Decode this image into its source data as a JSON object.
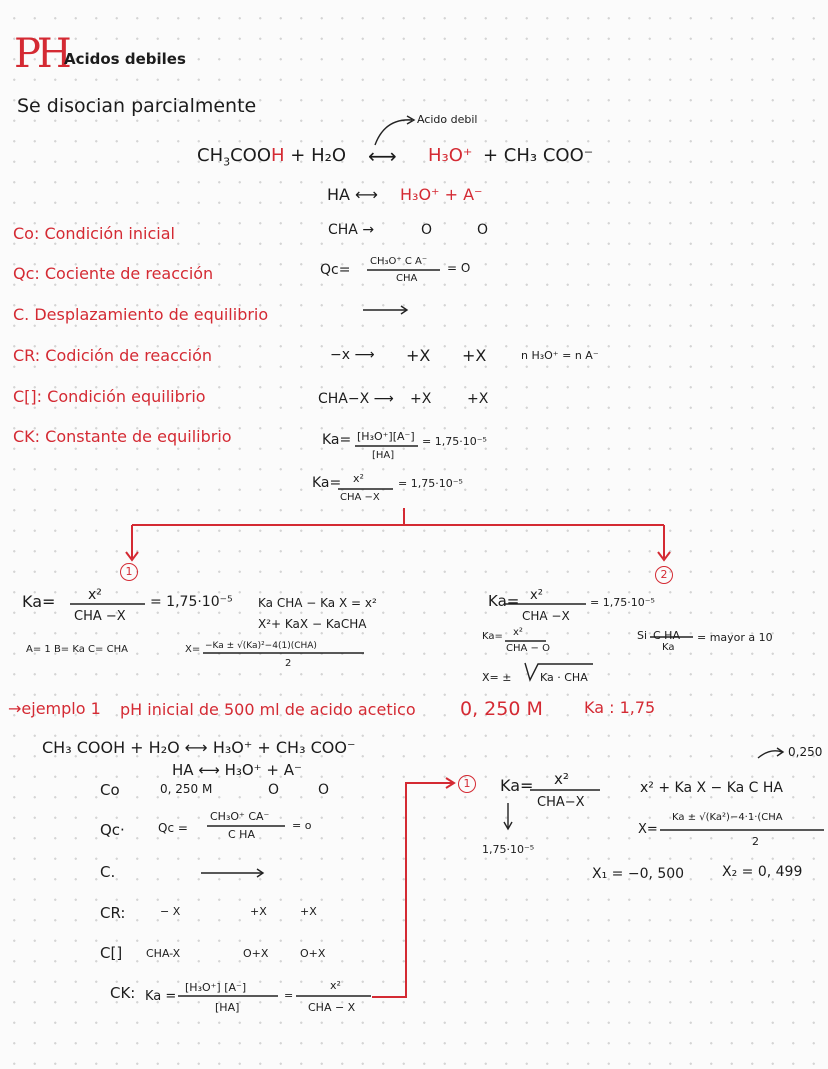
{
  "header": {
    "title": "PH",
    "subtitle": "Acidos debiles",
    "intro": "Se disocian parcialmente"
  },
  "reaction": {
    "acid_note": "Acido debil",
    "lhs_main": "CH",
    "lhs_sub": "3",
    "lhs_coo": "COO",
    "lhs_h": "H",
    "lhs_water": "+ H₂O",
    "arrow": "⟷",
    "h3o": "H₃O⁺",
    "rhs": "+ CH₃ COO⁻",
    "ha_line": "HA ⟷",
    "ha_h3o": "H₃O⁺ + A⁻",
    "cha_row": "CHA →",
    "cha_zero1": "O",
    "cha_zero2": "O",
    "qc_label": "Qc=",
    "qc_num": "CH₃O⁺ C A⁻",
    "qc_den": "CHA",
    "qc_eq": "= O",
    "cr_row": "−x ⟶",
    "cr_plus1": "+X",
    "cr_plus2": "+X",
    "cr_note": "n H₃O⁺ = n A⁻",
    "ce_row": "CHA−X ⟶",
    "ce_plus1": "+X",
    "ce_plus2": "+X",
    "ka1_label": "Ka=",
    "ka1_num": "[H₃O⁺][A⁻]",
    "ka1_den": "[HA]",
    "ka1_val": "=  1,75·10⁻⁵",
    "ka2_label": "Ka=",
    "ka2_num": "x²",
    "ka2_den": "CHA −X",
    "ka2_val": "= 1,75·10⁻⁵"
  },
  "legend": [
    {
      "code": "Co:",
      "text": "Condición inicial"
    },
    {
      "code": "Qc:",
      "text": "Cociente de reacción"
    },
    {
      "code": "C.",
      "text": "Desplazamiento de equilibrio"
    },
    {
      "code": "CR:",
      "text": "Codición de reacción"
    },
    {
      "code": "C[]:",
      "text": "Condición equilibrio"
    },
    {
      "code": "CK:",
      "text": "Constante de equilibrio"
    }
  ],
  "case1": {
    "badge": "1",
    "ka_label": "Ka=",
    "ka_num": "x²",
    "ka_den": "CHA −X",
    "ka_val": "= 1,75·10⁻⁵",
    "step1": "Ka CHA − Ka X = x²",
    "step2": "X²+ KaX − KaCHA",
    "abc": "A= 1   B= Ka  C= CHA",
    "x_label": "X=",
    "x_num": "−Ka ± √(Ka)²−4(1)(CHA)",
    "x_den": "2"
  },
  "case2": {
    "badge": "2",
    "ka_label": "Ka=",
    "ka_num": "x²",
    "ka_den": "CHA −X",
    "ka_val": "= 1,75·10⁻⁵",
    "ka_small_label": "Ka=",
    "ka_small_num": "x²",
    "ka_small_den": "CHA − O",
    "cond_label": "Si",
    "cond_num": "C HA",
    "cond_den": "Ka",
    "cond_text": "= mayor a 10",
    "x_label": "X= ±",
    "x_root": "Ka · CHA"
  },
  "example": {
    "title": "→ejemplo 1",
    "desc": "pH inicial de 500 ml de acido acetico",
    "conc": "0, 250 M",
    "ka": "Ka : 1,75",
    "reaction": "CH₃ COOH + H₂O  ⟷  H₃O⁺ + CH₃ COO⁻",
    "ha_line": "HA ⟷ H₃O⁺ + A⁻",
    "co_code": "Co",
    "co_val": "0, 250 M",
    "co_zero1": "O",
    "co_zero2": "O",
    "qc_code": "Qc·",
    "qc_label": "Qc =",
    "qc_num": "CH₃O⁺  CA⁻",
    "qc_den": "C HA",
    "qc_eq": "= o",
    "c_code": "C.",
    "cr_code": "CR:",
    "cr_v1": "− X",
    "cr_v2": "+X",
    "cr_v3": "+X",
    "ce_code": "C[]",
    "ce_v1": "CHA-X",
    "ce_v2": "O+X",
    "ce_v3": "O+X",
    "ck_code": "CK:",
    "ck_label": "Ka =",
    "ck_num": "[H₃O⁺] [A⁻]",
    "ck_den": "[HA]",
    "ck_eq": "=",
    "ck_num2": "x²",
    "ck_den2": "CHA − X"
  },
  "result": {
    "badge": "1",
    "ka_label": "Ka=",
    "ka_num": "x²",
    "ka_den": "CHA−X",
    "ka_val": "1,75·10⁻⁵",
    "conc_note": "0,250",
    "eq": "x² + Ka X − Ka C HA",
    "x_label": "X=",
    "x_num": "Ka ± √(Ka²)−4·1·(CHA",
    "x_den": "2",
    "x1": "X₁ = −0, 500",
    "x2": "X₂ = 0, 499"
  }
}
